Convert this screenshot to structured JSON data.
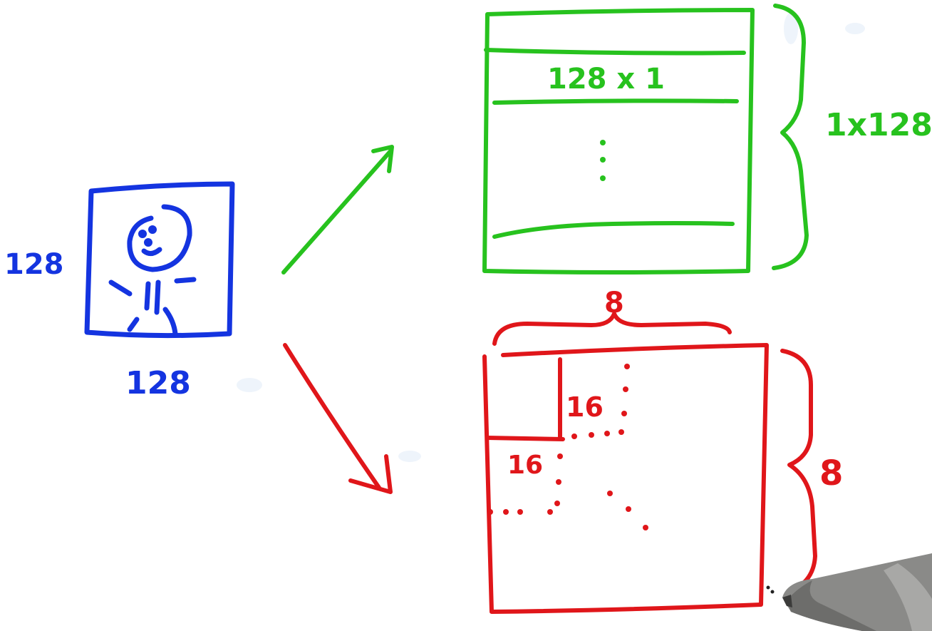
{
  "image": {
    "labels": {
      "height": "128",
      "width": "128"
    }
  },
  "rows_layout": {
    "row_label": "128 x 1",
    "count_label": "1x128"
  },
  "tiles_layout": {
    "top_count": "8",
    "side_count": "8",
    "tile_height": "16",
    "tile_width": "16"
  },
  "colors": {
    "image": "#1434e0",
    "rows": "#27c21e",
    "tiles": "#e0161a",
    "background": "#ffffff"
  }
}
